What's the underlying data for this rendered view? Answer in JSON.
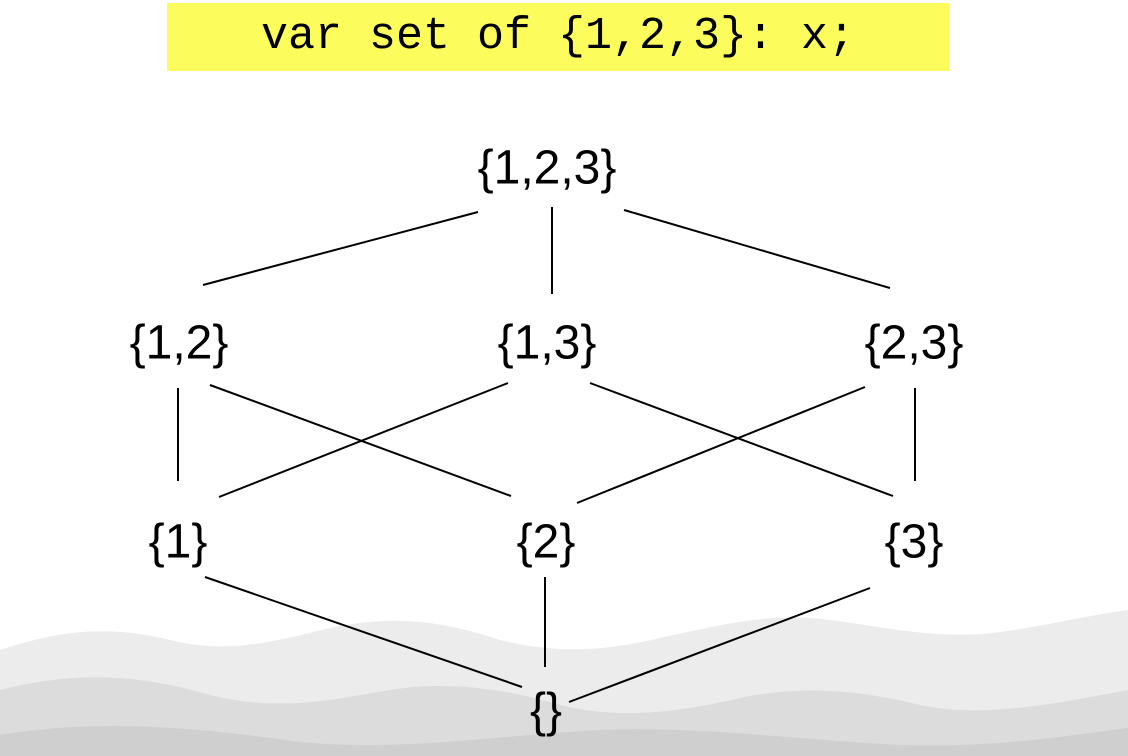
{
  "code_line": "var set of {1,2,3}: x;",
  "colors": {
    "code_highlight": "#fcfc5d",
    "text": "#000000",
    "line": "#000000"
  },
  "nodes": {
    "top": "{1,2,3}",
    "n12": "{1,2}",
    "n13": "{1,3}",
    "n23": "{2,3}",
    "n1": "{1}",
    "n2": "{2}",
    "n3": "{3}",
    "empty": "{}"
  },
  "edges": [
    [
      "top",
      "n12"
    ],
    [
      "top",
      "n13"
    ],
    [
      "top",
      "n23"
    ],
    [
      "n12",
      "n1"
    ],
    [
      "n12",
      "n2"
    ],
    [
      "n13",
      "n1"
    ],
    [
      "n13",
      "n3"
    ],
    [
      "n23",
      "n2"
    ],
    [
      "n23",
      "n3"
    ],
    [
      "n1",
      "empty"
    ],
    [
      "n2",
      "empty"
    ],
    [
      "n3",
      "empty"
    ]
  ]
}
